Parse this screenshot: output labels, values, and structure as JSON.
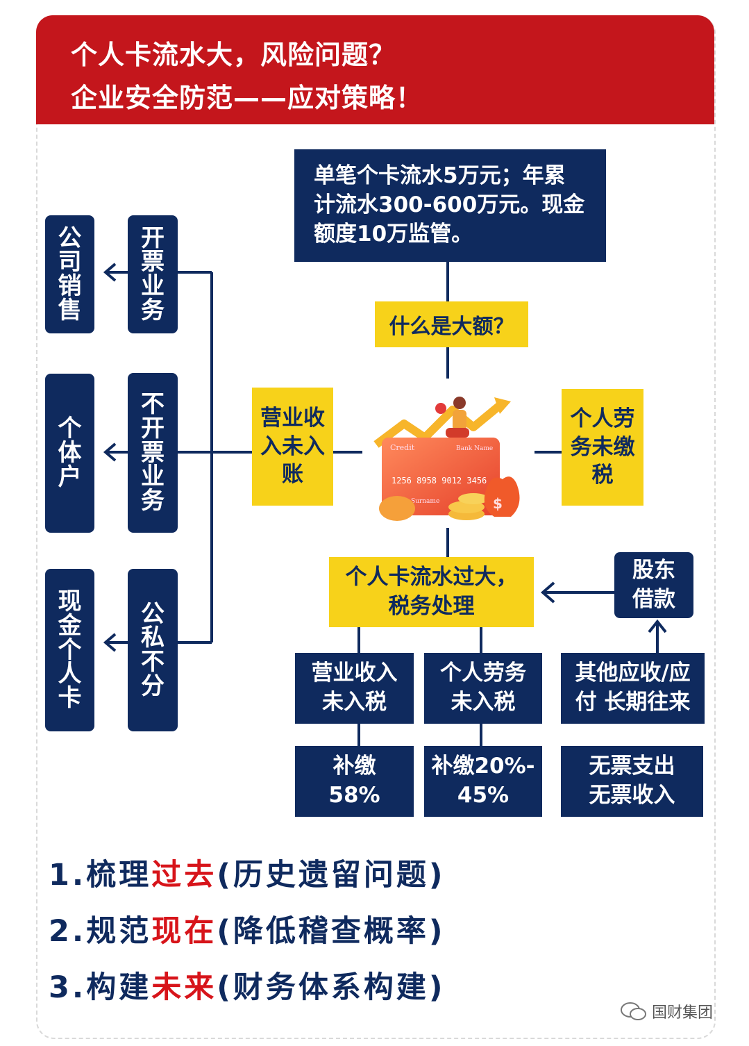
{
  "header": {
    "line1": "个人卡流水大，风险问题？",
    "line2": "企业安全防范——应对策略！"
  },
  "top_box": "单笔个卡流水5万元；年累计流水300-600万元。现金额度10万监管。",
  "question": "什么是大额？",
  "left_center": "营业收入未入账",
  "right_center": "个人劳务未缴税",
  "center_box": "个人卡流水过大，税务处理",
  "shareholder": "股东借款",
  "col_inner": [
    "开票业务",
    "不开票业务",
    "公私不分"
  ],
  "col_outer": [
    "公司销售",
    "个体户",
    "现金个人卡"
  ],
  "row1": [
    "营业收入未入税",
    "个人劳务未入税",
    "其他应收/应付 长期往来"
  ],
  "row2": [
    "补缴58%",
    "补缴20%-45%",
    "无票支出无票收入"
  ],
  "strategies": [
    {
      "num": "1.",
      "verb": "梳理",
      "key": "过去",
      "note": "(历史遗留问题)"
    },
    {
      "num": "2.",
      "verb": "规范",
      "key": "现在",
      "note": "(降低稽查概率)"
    },
    {
      "num": "3.",
      "verb": "构建",
      "key": "未来",
      "note": "(财务体系构建)"
    }
  ],
  "card_text": {
    "brand": "Credit",
    "bank": "Bank Name",
    "number": "1256  8958  9012  3456",
    "holder": "Surname"
  },
  "watermark": "国财集团",
  "colors": {
    "red": "#c4161c",
    "navy": "#0f2a5e",
    "yellow": "#f7d21a",
    "accent_red": "#d7141a"
  }
}
